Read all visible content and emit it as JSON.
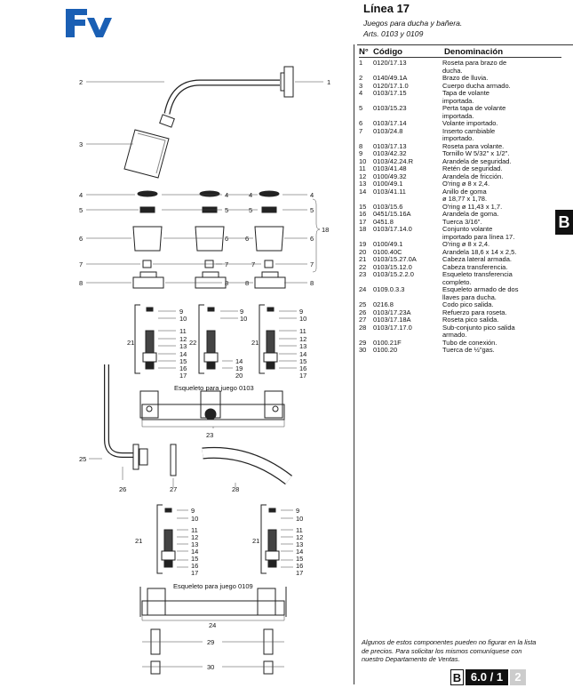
{
  "header": {
    "title": "Línea 17",
    "subtitle": "Juegos para ducha y bañera.",
    "articles": "Arts. 0103 y 0109"
  },
  "table": {
    "col_num": "N°",
    "col_code": "Código",
    "col_name": "Denominación",
    "rows": [
      {
        "n": "1",
        "code": "0120/17.13",
        "name": "Roseta para brazo de"
      },
      {
        "n": "",
        "code": "",
        "name": "ducha."
      },
      {
        "n": "2",
        "code": "0140/49.1A",
        "name": "Brazo de lluvia."
      },
      {
        "n": "3",
        "code": "0120/17.1.0",
        "name": "Cuerpo ducha armado."
      },
      {
        "n": "4",
        "code": "0103/17.15",
        "name": "Tapa de volante"
      },
      {
        "n": "",
        "code": "",
        "name": "importada."
      },
      {
        "n": "5",
        "code": "0103/15.23",
        "name": "Perta tapa de volante"
      },
      {
        "n": "",
        "code": "",
        "name": "importada."
      },
      {
        "n": "6",
        "code": "0103/17.14",
        "name": "Volante importado."
      },
      {
        "n": "7",
        "code": "0103/24.8",
        "name": "Inserto cambiable"
      },
      {
        "n": "",
        "code": "",
        "name": "importado."
      },
      {
        "n": "8",
        "code": "0103/17.13",
        "name": "Roseta para volante."
      },
      {
        "n": "9",
        "code": "0103/42.32",
        "name": "Tornillo W 5/32\" x 1/2\"."
      },
      {
        "n": "10",
        "code": "0103/42.24.R",
        "name": "Arandela de seguridad."
      },
      {
        "n": "11",
        "code": "0103/41.48",
        "name": "Retén de seguridad."
      },
      {
        "n": "12",
        "code": "0100/49.32",
        "name": "Arandela de fricción."
      },
      {
        "n": "13",
        "code": "0100/49.1",
        "name": "O'ring ø 8 x 2,4."
      },
      {
        "n": "14",
        "code": "0103/41.11",
        "name": "Anillo de goma"
      },
      {
        "n": "",
        "code": "",
        "name": "ø 18,77 x 1,78."
      },
      {
        "n": "15",
        "code": "0103/15.6",
        "name": "O'ring ø 11,43 x 1,7."
      },
      {
        "n": "16",
        "code": "0451/15.16A",
        "name": "Arandela de goma."
      },
      {
        "n": "17",
        "code": "0451.8",
        "name": "Tuerca 3/16\"."
      },
      {
        "n": "18",
        "code": "0103/17.14.0",
        "name": "Conjunto volante"
      },
      {
        "n": "",
        "code": "",
        "name": "importado para línea 17."
      },
      {
        "n": "19",
        "code": "0100/49.1",
        "name": "O'ring ø 8 x 2,4."
      },
      {
        "n": "20",
        "code": "0100.40C",
        "name": "Arandela 18,6 x 14 x 2,5."
      },
      {
        "n": "21",
        "code": "0103/15.27.0A",
        "name": "Cabeza lateral armada."
      },
      {
        "n": "22",
        "code": "0103/15.12.0",
        "name": "Cabeza transferencia."
      },
      {
        "n": "23",
        "code": "0103/15.2.2.0",
        "name": "Esqueleto transferencia"
      },
      {
        "n": "",
        "code": "",
        "name": "completo."
      },
      {
        "n": "24",
        "code": "0109.0.3.3",
        "name": "Esqueleto armado de dos"
      },
      {
        "n": "",
        "code": "",
        "name": "llaves para ducha."
      },
      {
        "n": "25",
        "code": "0216.8",
        "name": "Codo pico salida."
      },
      {
        "n": "26",
        "code": "0103/17.23A",
        "name": "Refuerzo para roseta."
      },
      {
        "n": "27",
        "code": "0103/17.18A",
        "name": "Roseta pico salida."
      },
      {
        "n": "28",
        "code": "0103/17.17.0",
        "name": "Sub-conjunto pico salida"
      },
      {
        "n": "",
        "code": "",
        "name": "armado."
      },
      {
        "n": "29",
        "code": "0100.21F",
        "name": "Tubo de conexión."
      },
      {
        "n": "30",
        "code": "0100.20",
        "name": "Tuerca de ½\"gas."
      }
    ]
  },
  "diagram": {
    "label_0103": "Esqueleto para juego 0103",
    "label_0109": "Esqueleto para juego 0109"
  },
  "side_badge": "B",
  "note": "Algunos de estos componentes pueden no figurar en la lista de precios. Para solicitar los mismos comuníquese con nuestro Departamento de Ventas.",
  "footer": {
    "section": "B",
    "page": "6.0 / 1",
    "num": "2"
  },
  "colors": {
    "ink": "#111111",
    "accent": "#1a5fb4",
    "page_bg": "#ffffff",
    "footer_gray": "#cccccc"
  }
}
